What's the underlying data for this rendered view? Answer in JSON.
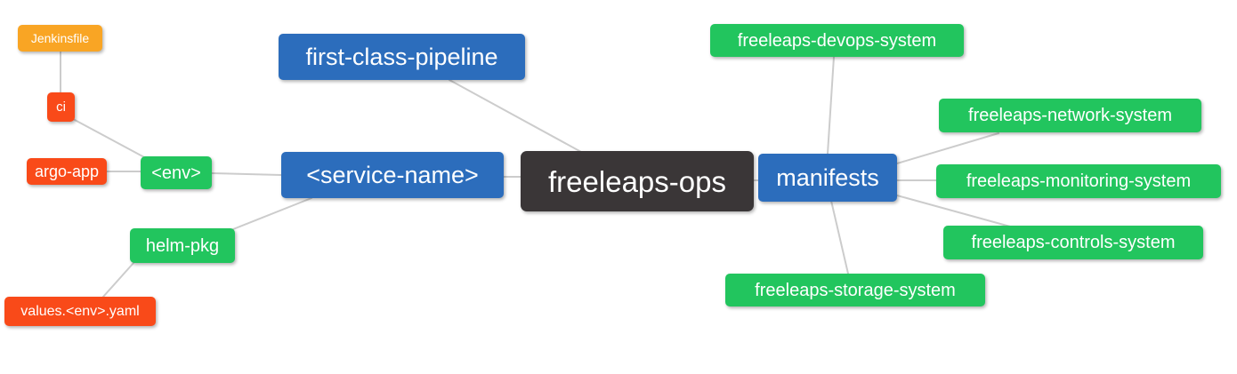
{
  "diagram": {
    "type": "mindmap",
    "root_label": "freeleaps-ops"
  },
  "palette": {
    "blue": "#2c6dbc",
    "green": "#22c55e",
    "orange": "#f9a524",
    "red": "#f94a19",
    "dark": "#3a3637",
    "edge_line": "#cccccc",
    "node_text": "#ffffff",
    "background": "#ffffff"
  },
  "nodes": [
    {
      "id": "jenkinsfile",
      "label": "Jenkinsfile",
      "color": "orange"
    },
    {
      "id": "ci",
      "label": "ci",
      "color": "red"
    },
    {
      "id": "argo-app",
      "label": "argo-app",
      "color": "red"
    },
    {
      "id": "env",
      "label": "<env>",
      "color": "green"
    },
    {
      "id": "first-class-pipeline",
      "label": "first-class-pipeline",
      "color": "blue"
    },
    {
      "id": "service-name",
      "label": "<service-name>",
      "color": "blue"
    },
    {
      "id": "helm-pkg",
      "label": "helm-pkg",
      "color": "green"
    },
    {
      "id": "values-env-yaml",
      "label": "values.<env>.yaml",
      "color": "red"
    },
    {
      "id": "freeleaps-ops",
      "label": "freeleaps-ops",
      "color": "dark"
    },
    {
      "id": "manifests",
      "label": "manifests",
      "color": "blue"
    },
    {
      "id": "freeleaps-devops-system",
      "label": "freeleaps-devops-system",
      "color": "green"
    },
    {
      "id": "freeleaps-network-system",
      "label": "freeleaps-network-system",
      "color": "green"
    },
    {
      "id": "freeleaps-monitoring-system",
      "label": "freeleaps-monitoring-system",
      "color": "green"
    },
    {
      "id": "freeleaps-controls-system",
      "label": "freeleaps-controls-system",
      "color": "green"
    },
    {
      "id": "freeleaps-storage-system",
      "label": "freeleaps-storage-system",
      "color": "green"
    }
  ],
  "edges": [
    {
      "from": "jenkinsfile",
      "to": "ci"
    },
    {
      "from": "ci",
      "to": "env"
    },
    {
      "from": "argo-app",
      "to": "env"
    },
    {
      "from": "env",
      "to": "service-name"
    },
    {
      "from": "service-name",
      "to": "helm-pkg"
    },
    {
      "from": "helm-pkg",
      "to": "values-env-yaml"
    },
    {
      "from": "first-class-pipeline",
      "to": "freeleaps-ops"
    },
    {
      "from": "service-name",
      "to": "freeleaps-ops"
    },
    {
      "from": "freeleaps-ops",
      "to": "manifests"
    },
    {
      "from": "manifests",
      "to": "freeleaps-devops-system"
    },
    {
      "from": "manifests",
      "to": "freeleaps-network-system"
    },
    {
      "from": "manifests",
      "to": "freeleaps-monitoring-system"
    },
    {
      "from": "manifests",
      "to": "freeleaps-controls-system"
    },
    {
      "from": "manifests",
      "to": "freeleaps-storage-system"
    }
  ]
}
